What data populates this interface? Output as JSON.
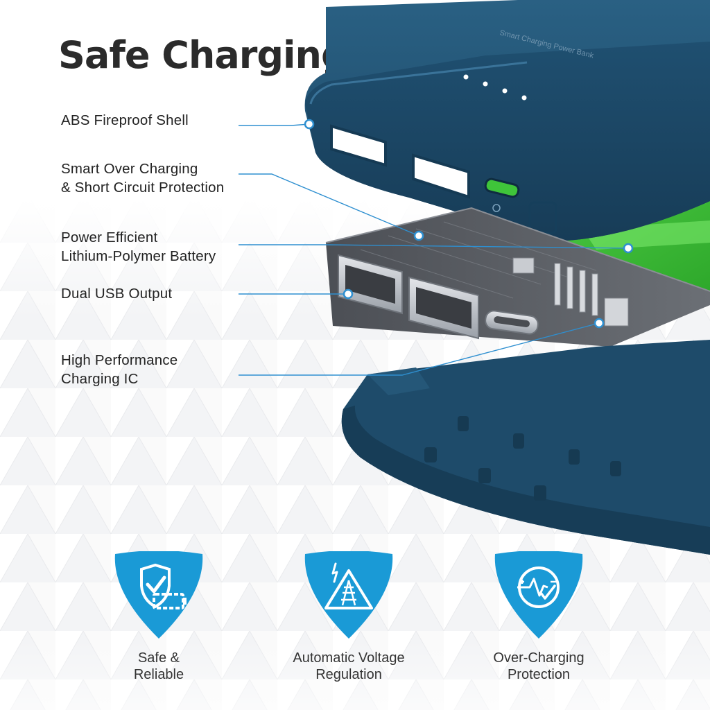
{
  "title": "Safe Charging",
  "product": {
    "shell_imprint": "Smart Charging Power Bank"
  },
  "callouts": [
    {
      "lines": [
        "ABS Fireproof Shell"
      ]
    },
    {
      "lines": [
        "Smart Over Charging",
        "& Short Circuit Protection"
      ]
    },
    {
      "lines": [
        "Power Efficient",
        "Lithium-Polymer Battery"
      ]
    },
    {
      "lines": [
        "Dual USB Output"
      ]
    },
    {
      "lines": [
        "High Performance",
        "Charging IC"
      ]
    }
  ],
  "badges": [
    {
      "icon": "shield-check-battery-icon",
      "lines": [
        "Safe &",
        "Reliable"
      ]
    },
    {
      "icon": "voltage-tower-icon",
      "lines": [
        "Automatic Voltage",
        "Regulation"
      ]
    },
    {
      "icon": "pulse-check-icon",
      "lines": [
        "Over-Charging",
        "Protection"
      ]
    }
  ],
  "colors": {
    "shell": "#1f4e6e",
    "battery": "#3fc43a",
    "accent": "#1a9ad6",
    "leader": "#2e8fd0"
  }
}
